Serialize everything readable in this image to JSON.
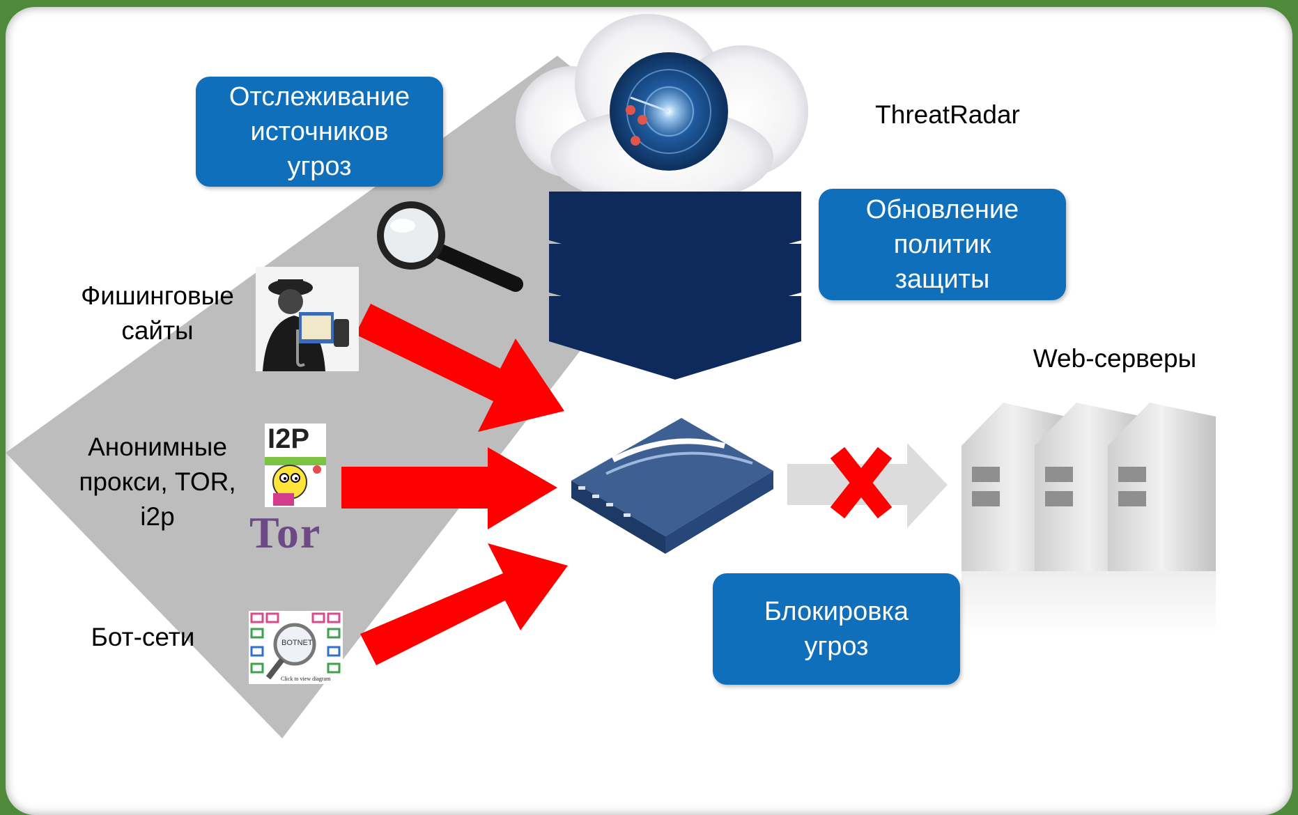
{
  "title": "ThreatRadar",
  "boxes": {
    "tracking": "Отслеживание\nисточников\nугроз",
    "policy": "Обновление\nполитик\nзащиты",
    "blocking": "Блокировка\nугроз"
  },
  "sources": {
    "phishing": "Фишинговые\nсайты",
    "anonymous": "Анонимные\nпрокси, TOR,\ni2p",
    "botnets": "Бот-сети"
  },
  "servers_label": "Web-серверы",
  "logos": {
    "i2p": "I2P",
    "tor": "Tor",
    "botnet": "BOTNET",
    "botnet_caption": "Click to view diagram"
  },
  "colors": {
    "frame_green": "#4e8a3a",
    "box_blue": "#0f6fba",
    "chevron_navy": "#0e2a5c",
    "arrow_red": "#ff0000",
    "diamond_gray": "#bdbdbd"
  },
  "icons": [
    "radar-cloud-icon",
    "magnifier-icon",
    "hacker-icon",
    "i2p-logo-icon",
    "tor-logo-icon",
    "botnet-icon",
    "appliance-icon",
    "servers-icon",
    "block-x-icon"
  ]
}
